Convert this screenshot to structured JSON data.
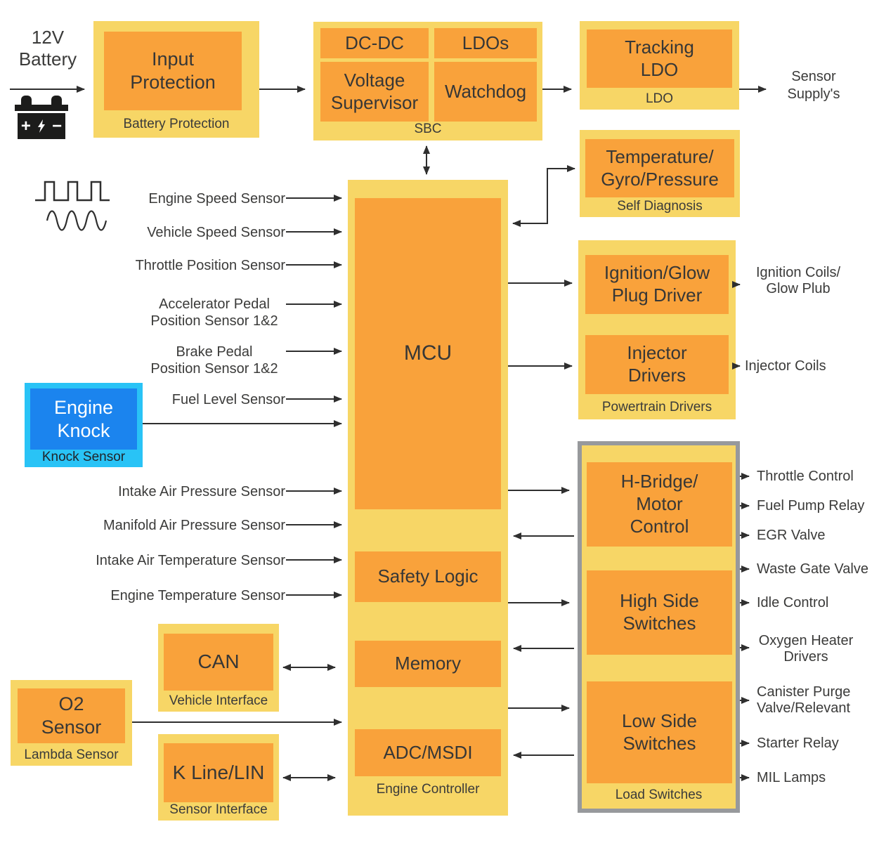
{
  "colors": {
    "container_yellow": "#f7d666",
    "block_orange": "#f9a23b",
    "knock_blue": "#1b84ee",
    "knock_cyan": "#29c3f6",
    "load_switch_border": "#97999c",
    "arrow": "#2f2f2f",
    "text": "#3b3b3a"
  },
  "battery": {
    "label": "12V\nBattery"
  },
  "battery_protection": {
    "block": "Input\nProtection",
    "label": "Battery Protection"
  },
  "sbc": {
    "cells": [
      "DC-DC",
      "LDOs",
      "Voltage\nSupervisor",
      "Watchdog"
    ],
    "label": "SBC"
  },
  "tracking_ldo": {
    "block": "Tracking\nLDO",
    "label": "LDO",
    "output": "Sensor\nSupply's"
  },
  "self_diagnosis": {
    "block": "Temperature/\nGyro/Pressure",
    "label": "Self Diagnosis"
  },
  "engine_controller": {
    "mcu": "MCU",
    "safety_logic": "Safety Logic",
    "memory": "Memory",
    "adc": "ADC/MSDI",
    "label": "Engine Controller"
  },
  "knock_sensor": {
    "block": "Engine\nKnock",
    "label": "Knock Sensor"
  },
  "lambda_sensor": {
    "block": "O2\nSensor",
    "label": "Lambda Sensor"
  },
  "vehicle_interface": {
    "block": "CAN",
    "label": "Vehicle Interface"
  },
  "sensor_interface": {
    "block": "K Line/LIN",
    "label": "Sensor Interface"
  },
  "powertrain_drivers": {
    "blocks": [
      "Ignition/Glow\nPlug Driver",
      "Injector\nDrivers"
    ],
    "label": "Powertrain Drivers",
    "outputs": [
      "Ignition Coils/\nGlow Plub",
      "Injector Coils"
    ]
  },
  "load_switches": {
    "blocks": [
      "H-Bridge/\nMotor\nControl",
      "High Side\nSwitches",
      "Low Side\nSwitches"
    ],
    "label": "Load Switches"
  },
  "left_sensors": [
    "Engine Speed Sensor",
    "Vehicle Speed Sensor",
    "Throttle Position Sensor",
    "Accelerator Pedal\nPosition Sensor 1&2",
    "Brake Pedal\nPosition Sensor 1&2",
    "Fuel Level Sensor",
    "Intake Air Pressure Sensor",
    "Manifold Air Pressure Sensor",
    "Intake Air Temperature Sensor",
    "Engine Temperature Sensor"
  ],
  "right_outputs": [
    "Throttle Control",
    "Fuel Pump Relay",
    "EGR Valve",
    "Waste Gate Valve",
    "Idle Control",
    "Oxygen Heater\nDrivers",
    "Canister Purge\nValve/Relevant",
    "Starter Relay",
    "MIL Lamps"
  ]
}
